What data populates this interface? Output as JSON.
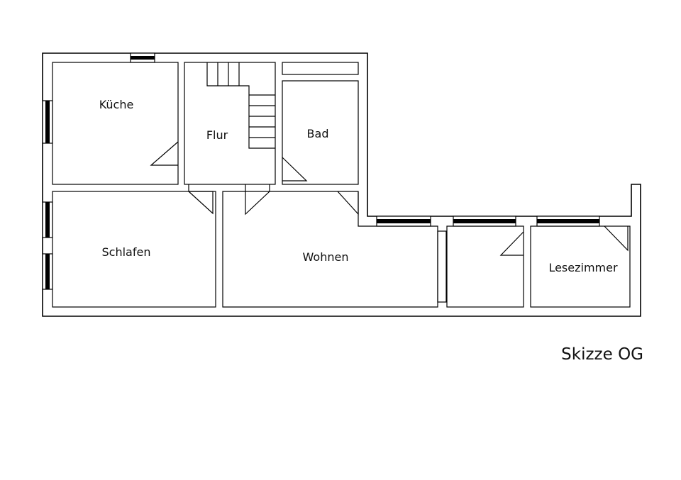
{
  "rooms": {
    "kueche": "Küche",
    "flur": "Flur",
    "bad": "Bad",
    "schlafen": "Schlafen",
    "wohnen": "Wohnen",
    "lesezimmer": "Lesezimmer"
  },
  "caption": "Skizze OG",
  "colors": {
    "line": "#000000",
    "background": "#ffffff"
  }
}
